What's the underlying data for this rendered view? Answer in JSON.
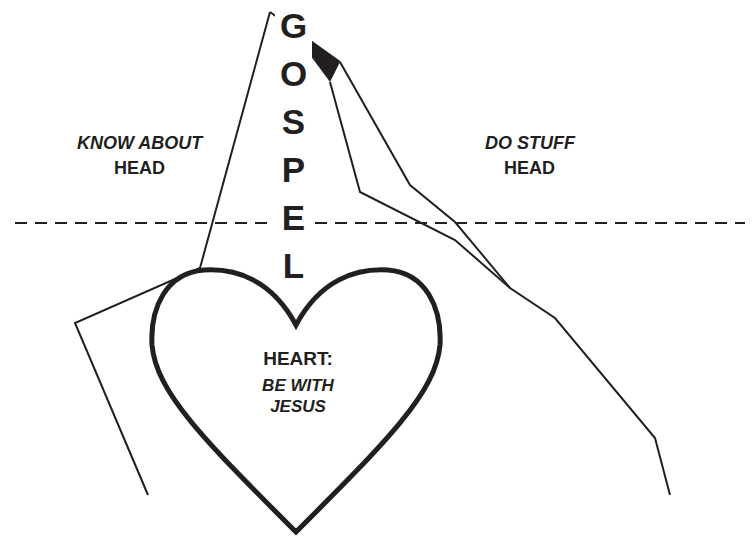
{
  "diagram": {
    "nodes": [
      {
        "text": [
          "HEART:",
          "BE WITH JESUS"
        ]
      }
    ],
    "labels": [
      "KNOW ABOUT",
      "HEAD",
      "DO STUFF",
      "HEAD",
      "GOSPEL"
    ]
  }
}
